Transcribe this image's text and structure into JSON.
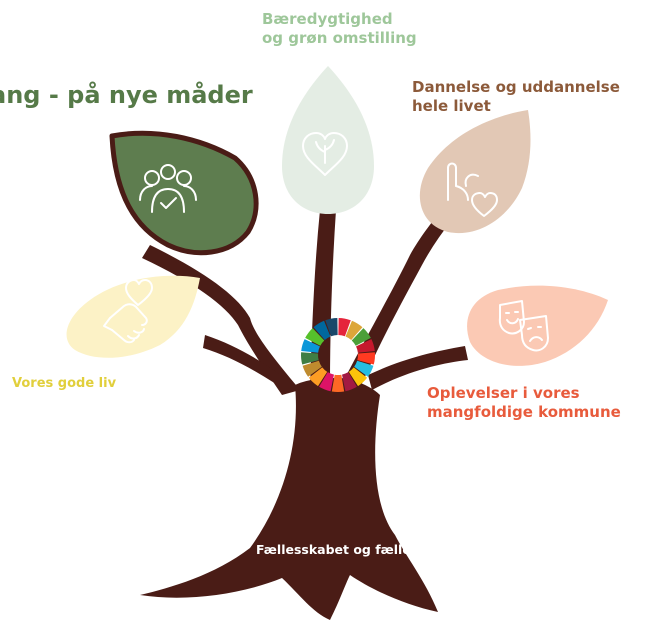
{
  "labels": {
    "main_theme": "ang - på nye måder",
    "sustainability_line1": "Bæredygtighed",
    "sustainability_line2": "og grøn omstilling",
    "education_line1": "Dannelse og uddannelse",
    "education_line2": "hele livet",
    "good_life": "Vores gode liv",
    "experiences_line1": "Oplevelser i vores",
    "experiences_line2": "mangfoldige kommune",
    "community": "Fællesskabet og fællesskaber"
  },
  "colors": {
    "trunk": "#4a1c16",
    "leaf_community": "#5e7d4f",
    "leaf_sustainability": "#e4ede4",
    "leaf_education": "#e2c8b5",
    "leaf_good_life": "#fcf2c6",
    "leaf_experiences": "#fbc9b4",
    "text_main": "#567a48",
    "text_sustainability": "#9ec79a",
    "text_education": "#8c5a3a",
    "text_good_life": "#e1cf3c",
    "text_experiences": "#e85b3c"
  },
  "sdg_wheel_colors": [
    "#e5243b",
    "#dda63a",
    "#4c9f38",
    "#c5192d",
    "#ff3a21",
    "#26bde2",
    "#fcc30b",
    "#a21942",
    "#fd6925",
    "#dd1367",
    "#fd9d24",
    "#bf8b2e",
    "#3f7e44",
    "#0a97d9",
    "#56c02b",
    "#00689d",
    "#19486a"
  ],
  "icons": {
    "community_leaf": "people-check-icon",
    "sustainability_leaf": "heart-sprout-icon",
    "education_leaf": "hand-heart-icon",
    "good_life_leaf": "handshake-heart-icon",
    "experiences_leaf": "theater-masks-icon",
    "center": "sdg-wheel-icon"
  }
}
